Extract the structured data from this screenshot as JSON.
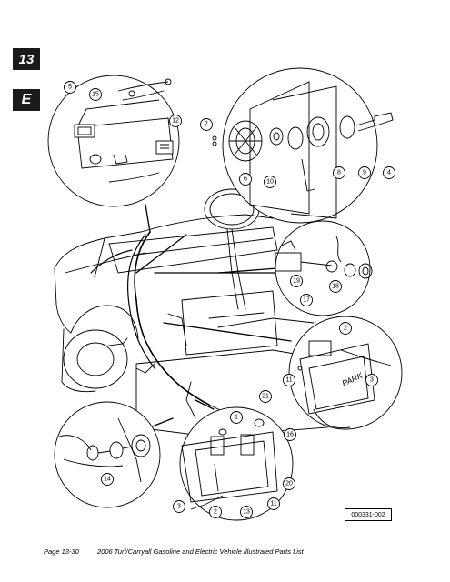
{
  "tabs": {
    "section": "13",
    "letter": "E"
  },
  "callouts": [
    {
      "id": "c5",
      "label": "5"
    },
    {
      "id": "c15",
      "label": "15"
    },
    {
      "id": "c12",
      "label": "12"
    },
    {
      "id": "c7",
      "label": "7"
    },
    {
      "id": "c6",
      "label": "6"
    },
    {
      "id": "c10",
      "label": "10"
    },
    {
      "id": "c8",
      "label": "8"
    },
    {
      "id": "c9",
      "label": "9"
    },
    {
      "id": "c4",
      "label": "4"
    },
    {
      "id": "c19",
      "label": "19"
    },
    {
      "id": "c18",
      "label": "18"
    },
    {
      "id": "c17",
      "label": "17"
    },
    {
      "id": "c2a",
      "label": "2"
    },
    {
      "id": "c11a",
      "label": "11"
    },
    {
      "id": "c3a",
      "label": "3"
    },
    {
      "id": "c21",
      "label": "21"
    },
    {
      "id": "c1",
      "label": "1"
    },
    {
      "id": "c16",
      "label": "16"
    },
    {
      "id": "c14",
      "label": "14"
    },
    {
      "id": "c20",
      "label": "20"
    },
    {
      "id": "c3b",
      "label": "3"
    },
    {
      "id": "c2b",
      "label": "2"
    },
    {
      "id": "c13",
      "label": "13"
    },
    {
      "id": "c11b",
      "label": "11"
    }
  ],
  "park_label": "PARK",
  "figure_id": "000331-002",
  "footer": {
    "page": "Page 13-30",
    "title": "2006 Turf/Carryall Gasoline and Electric Vehicle Illustrated Parts List"
  }
}
